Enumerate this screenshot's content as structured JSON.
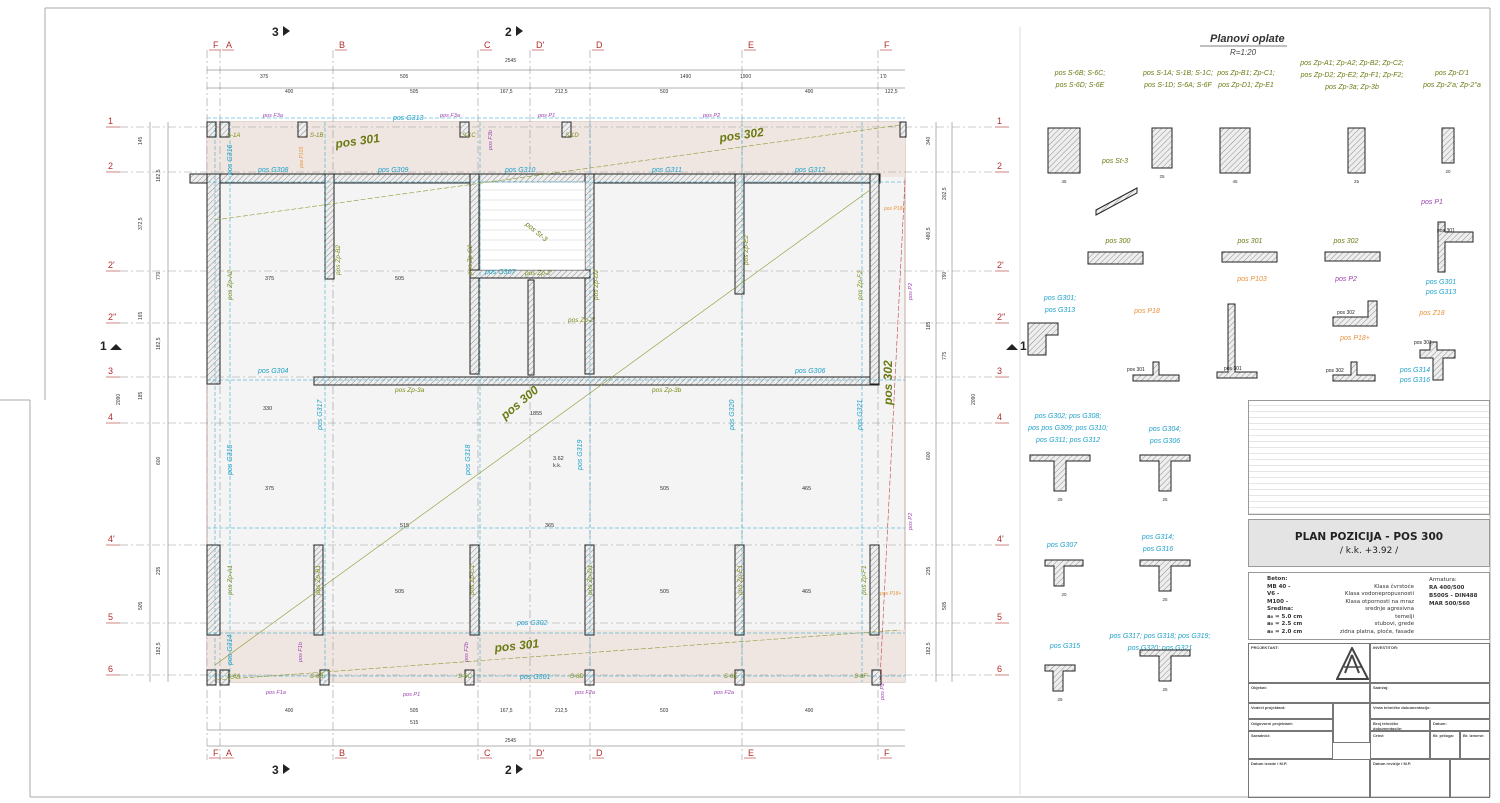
{
  "sheet": {
    "section_markers": {
      "top_left": "3",
      "top_right": "2",
      "bottom_left": "3",
      "bottom_right": "2",
      "side_left": "1",
      "side_right": "1"
    },
    "axes_x": [
      "F",
      "A",
      "B",
      "C",
      "D'",
      "D",
      "E",
      "F"
    ],
    "axes_y": [
      "1",
      "2",
      "2'",
      "2''",
      "3",
      "4",
      "4'",
      "5",
      "6"
    ],
    "dims_top": [
      "375",
      "505",
      "2545",
      "1490",
      "1900",
      "1'0",
      "400",
      "505",
      "167,5",
      "212,5",
      "503",
      "490",
      "122,5"
    ],
    "dims_bottom": [
      "400",
      "505",
      "167,5",
      "212,5",
      "503",
      "490",
      "515",
      "2545"
    ],
    "dims_left": [
      "145",
      "182,5",
      "372,5",
      "770",
      "165",
      "182,5",
      "185",
      "600",
      "2090",
      "235",
      "505",
      "182,5"
    ],
    "dims_right": [
      "340",
      "202,5",
      "480,5",
      "790",
      "185",
      "775",
      "600",
      "2090",
      "235",
      "505",
      "182,5"
    ]
  },
  "plan_labels": [
    {
      "text": "pos 301",
      "kind": "slab"
    },
    {
      "text": "pos 302",
      "kind": "slab"
    },
    {
      "text": "pos 300",
      "kind": "slab"
    },
    {
      "text": "pos 301",
      "kind": "slab"
    },
    {
      "text": "pos 302",
      "kind": "slab"
    },
    {
      "text": "pos St-3",
      "kind": "slab"
    },
    {
      "text": "pos G313",
      "kind": "beam"
    },
    {
      "text": "pos G308",
      "kind": "beam"
    },
    {
      "text": "pos G309",
      "kind": "beam"
    },
    {
      "text": "pos G310",
      "kind": "beam"
    },
    {
      "text": "pos G311",
      "kind": "beam"
    },
    {
      "text": "pos G312",
      "kind": "beam"
    },
    {
      "text": "pos G307",
      "kind": "beam"
    },
    {
      "text": "pos G304",
      "kind": "beam"
    },
    {
      "text": "pos G306",
      "kind": "beam"
    },
    {
      "text": "pos G302",
      "kind": "beam"
    },
    {
      "text": "pos G301",
      "kind": "beam"
    },
    {
      "text": "pos G316",
      "kind": "beam"
    },
    {
      "text": "pos G315",
      "kind": "beam"
    },
    {
      "text": "pos G317",
      "kind": "beam"
    },
    {
      "text": "pos G318",
      "kind": "beam"
    },
    {
      "text": "pos G319",
      "kind": "beam"
    },
    {
      "text": "pos G320",
      "kind": "beam"
    },
    {
      "text": "pos G321",
      "kind": "beam"
    },
    {
      "text": "pos G314",
      "kind": "beam"
    },
    {
      "text": "pos Zp-A2",
      "kind": "wall"
    },
    {
      "text": "pos Zp-B2",
      "kind": "wall"
    },
    {
      "text": "pos Zp-C2",
      "kind": "wall"
    },
    {
      "text": "pos Zp-D2",
      "kind": "wall"
    },
    {
      "text": "pos Zp-E2",
      "kind": "wall"
    },
    {
      "text": "pos Zp-F2",
      "kind": "wall"
    },
    {
      "text": "pos Zp-3a",
      "kind": "wall"
    },
    {
      "text": "pos Zp-3b",
      "kind": "wall"
    },
    {
      "text": "pos Zp-2'",
      "kind": "wall"
    },
    {
      "text": "pos Zp-2'",
      "kind": "wall"
    },
    {
      "text": "pos Zp-A1",
      "kind": "wall"
    },
    {
      "text": "pos Zp-B1",
      "kind": "wall"
    },
    {
      "text": "pos Zp-C1",
      "kind": "wall"
    },
    {
      "text": "pos Zp-D1",
      "kind": "wall"
    },
    {
      "text": "pos Zp-E1",
      "kind": "wall"
    },
    {
      "text": "pos Zp-F1",
      "kind": "wall"
    },
    {
      "text": "S-1A",
      "kind": "wall"
    },
    {
      "text": "S-1B",
      "kind": "wall"
    },
    {
      "text": "S-1C",
      "kind": "wall"
    },
    {
      "text": "S-1D",
      "kind": "wall"
    },
    {
      "text": "S-6A",
      "kind": "wall"
    },
    {
      "text": "S-6B",
      "kind": "wall"
    },
    {
      "text": "S-6C",
      "kind": "wall"
    },
    {
      "text": "S-6D",
      "kind": "wall"
    },
    {
      "text": "S-6E",
      "kind": "wall"
    },
    {
      "text": "S-6F",
      "kind": "wall"
    },
    {
      "text": "pos F3a",
      "kind": "edge"
    },
    {
      "text": "pos F3a",
      "kind": "edge"
    },
    {
      "text": "pos P1",
      "kind": "edge"
    },
    {
      "text": "pos P2",
      "kind": "edge"
    },
    {
      "text": "pos F1a",
      "kind": "edge"
    },
    {
      "text": "pos P1",
      "kind": "edge"
    },
    {
      "text": "pos F2a",
      "kind": "edge"
    },
    {
      "text": "pos F2a",
      "kind": "edge"
    },
    {
      "text": "pos P2",
      "kind": "edge"
    },
    {
      "text": "pos P2",
      "kind": "edge"
    },
    {
      "text": "pos P2",
      "kind": "edge"
    },
    {
      "text": "pos F3b",
      "kind": "edge"
    },
    {
      "text": "pos F1b",
      "kind": "edge"
    },
    {
      "text": "pos F2b",
      "kind": "edge"
    },
    {
      "text": "pos P103",
      "kind": "orange"
    },
    {
      "text": "pos P18+",
      "kind": "orange"
    },
    {
      "text": "pos P18+",
      "kind": "orange"
    },
    {
      "text": "375",
      "kind": "dim"
    },
    {
      "text": "505",
      "kind": "dim"
    },
    {
      "text": "1855",
      "kind": "dim"
    },
    {
      "text": "505",
      "kind": "dim"
    },
    {
      "text": "465",
      "kind": "dim"
    },
    {
      "text": "375",
      "kind": "dim"
    },
    {
      "text": "505",
      "kind": "dim"
    },
    {
      "text": "505",
      "kind": "dim"
    },
    {
      "text": "465",
      "kind": "dim"
    },
    {
      "text": "330",
      "kind": "dim"
    },
    {
      "text": "515",
      "kind": "dim"
    },
    {
      "text": "365",
      "kind": "dim"
    },
    {
      "text": "3.62",
      "kind": "dim"
    },
    {
      "text": "k.k.",
      "kind": "dim"
    }
  ],
  "details": {
    "title": "Planovi oplate",
    "scale": "R=1:20",
    "column_groups": [
      {
        "lines": [
          "pos S-6B; S-6C;",
          "pos S-6D; S-6E"
        ],
        "dim": "45"
      },
      {
        "lines": [
          "pos S-1A; S-1B; S-1C;",
          "pos S-1D; S-6A; S-6F"
        ],
        "dim": "25"
      },
      {
        "lines": [
          "pos Zp-B1; Zp-C1;",
          "pos Zp-D1; Zp-E1"
        ],
        "dim": "45"
      },
      {
        "lines": [
          "pos Zp-A1; Zp-A2; Zp-B2; Zp-C2;",
          "pos  Zp-D2; Zp-E2; Zp-F1; Zp-F2;",
          "pos   Zp-3a; Zp-3b"
        ],
        "dim": "25"
      },
      {
        "lines": [
          "pos Zp-D'1",
          "pos Zp-2'a; Zp-2''a"
        ],
        "dim": "20"
      }
    ],
    "sections": [
      {
        "title": "pos St-3",
        "color": "#6b7a12"
      },
      {
        "title": "pos 300",
        "color": "#6b7a12"
      },
      {
        "title": "pos 301",
        "color": "#6b7a12"
      },
      {
        "title": "pos 302",
        "color": "#6b7a12"
      },
      {
        "title": "pos P1",
        "color": "#9b3fb0"
      },
      {
        "title": "pos G301;",
        "title2": "pos G313",
        "color": "#1fa0c8"
      },
      {
        "title": "pos P18",
        "color": "#e8913a"
      },
      {
        "title": "pos P103",
        "color": "#e8913a"
      },
      {
        "title": "pos P2",
        "color": "#9b3fb0"
      },
      {
        "title": "pos P18+",
        "color": "#e8913a"
      },
      {
        "title": "pos Z18",
        "color": "#e8913a"
      }
    ],
    "p1_sub": [
      "pos G301",
      "pos G313"
    ],
    "z18_sub": [
      "pos G314",
      "pos G316"
    ],
    "tag_301": "pos 301",
    "tag_302": "pos 302",
    "beam_sections": [
      {
        "lines": [
          "pos G302; pos G308;",
          "pos  pos G309; pos G310;",
          "pos G311; pos G312"
        ],
        "dim": "25"
      },
      {
        "lines": [
          "pos G304;",
          "pos G306"
        ],
        "dim": "25"
      },
      {
        "lines": [
          "pos G307"
        ],
        "dim": "20"
      },
      {
        "lines": [
          "pos G314;",
          "pos G316"
        ],
        "dim": "25"
      },
      {
        "lines": [
          "pos G315"
        ],
        "dim": "25"
      },
      {
        "lines": [
          "pos G317; pos G318; pos G319;",
          "pos G320; pos G321"
        ],
        "dim": "25"
      }
    ]
  },
  "title_block": {
    "title": "PLAN POZICIJA - POS 300",
    "subtitle": "/ k.k. +3.92 /",
    "concrete_heading": "Beton:",
    "concrete": [
      {
        "k": "MB 40 -",
        "v": "Klasa čvrstoće"
      },
      {
        "k": "V6 -",
        "v": "Klasa vodonepropusnosti"
      },
      {
        "k": "M100 -",
        "v": "Klasa otpornosti na mraz"
      },
      {
        "k": "Sredina:",
        "v": "srednje agresivna"
      },
      {
        "k": "a₀ = 5.0 cm",
        "v": "temelji"
      },
      {
        "k": "a₀ = 2.5 cm",
        "v": "stubovi, grede"
      },
      {
        "k": "a₀ = 2.0 cm",
        "v": "zidna platna, ploče, fasade"
      }
    ],
    "rebar_heading": "Armatura:",
    "rebar": [
      "RA 400/500",
      "B500S - DIN488",
      "MAR 500/560"
    ],
    "cells": {
      "designer": "PROJEKTANT:",
      "investor": "INVESTITOR:",
      "object": "Objekat:",
      "content": "Sadržaj:",
      "chief": "Vodeći projektant:",
      "responsible": "Odgovorni projektant:",
      "associates": "Saradnici:",
      "doc_type": "Vrsta tehničke dokumentacije:",
      "doc_number": "Broj tehničke dokumentacije:",
      "date": "Datum:",
      "drawing": "Crtež:",
      "attachment": "Br. priloga:",
      "revision": "Br. izmene:",
      "date_mp": "Datum izrade i M.P.",
      "date_rev": "Datum revizije i M.P."
    }
  }
}
